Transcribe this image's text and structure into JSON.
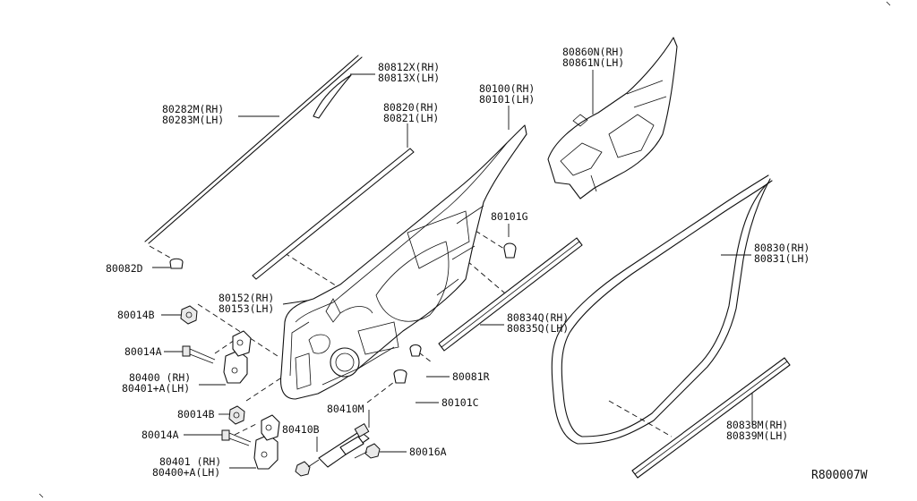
{
  "diagram": {
    "reference_code": "R800007W",
    "callouts": {
      "p80812": [
        "80812X(RH)",
        "80813X(LH)"
      ],
      "p80282": [
        "80282M(RH)",
        "80283M(LH)"
      ],
      "p80820": [
        "80820(RH)",
        "80821(LH)"
      ],
      "p80100": [
        "80100(RH)",
        "80101(LH)"
      ],
      "p80860": [
        "80860N(RH)",
        "80861N(LH)"
      ],
      "p80101g": [
        "80101G"
      ],
      "p80082d": [
        "80082D"
      ],
      "p80830": [
        "80830(RH)",
        "80831(LH)"
      ],
      "p80152": [
        "80152(RH)",
        "80153(LH)"
      ],
      "p80014b_top": [
        "80014B"
      ],
      "p80834": [
        "80834Q(RH)",
        "80835Q(LH)"
      ],
      "p80014a_top": [
        "80014A"
      ],
      "p80081r": [
        "80081R"
      ],
      "p80400": [
        "80400 (RH)",
        "80401+A(LH)"
      ],
      "p80101c": [
        "80101C"
      ],
      "p80410m": [
        "80410M"
      ],
      "p80014b_bot": [
        "80014B"
      ],
      "p80838": [
        "80838M(RH)",
        "80839M(LH)"
      ],
      "p80410b": [
        "80410B"
      ],
      "p80014a_bot": [
        "80014A"
      ],
      "p80016a": [
        "80016A"
      ],
      "p80401": [
        "80401 (RH)",
        "80400+A(LH)"
      ]
    }
  }
}
